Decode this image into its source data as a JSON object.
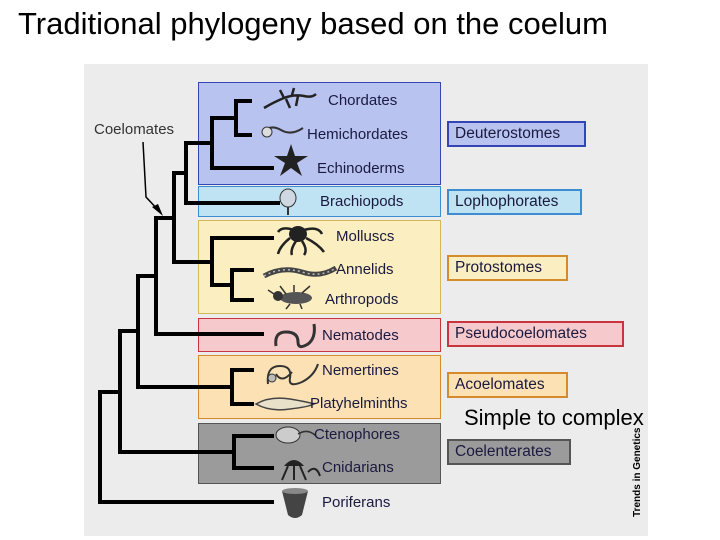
{
  "title": "Traditional phylogeny based on the coelum",
  "coelomates_label": "Coelomates",
  "taxa": {
    "chordates": "Chordates",
    "hemichordates": "Hemichordates",
    "echinoderms": "Echinoderms",
    "brachiopods": "Brachiopods",
    "molluscs": "Molluscs",
    "annelids": "Annelids",
    "arthropods": "Arthropods",
    "nematodes": "Nematodes",
    "nemertines": "Nemertines",
    "platyhelminths": "Platyhelminths",
    "ctenophores": "Ctenophores",
    "cnidarians": "Cnidarians",
    "poriferans": "Poriferans"
  },
  "groups": {
    "deuterostomes": "Deuterostomes",
    "lophophorates": "Lophophorates",
    "protostomes": "Protostomes",
    "pseudocoelomates": "Pseudocoelomates",
    "acoelomates": "Acoelomates",
    "coelenterates": "Coelenterates"
  },
  "source_credit": "Trends in Genetics",
  "annotation": "Simple to complex",
  "colors": {
    "deuterostome_band": "#b9c3ef",
    "lophophorate_band": "#bfe3f2",
    "protostome_band": "#fbeec0",
    "pseudocoelomate_band": "#f6c9cc",
    "acoelomate_band": "#fbe1b4",
    "coelenterate_band": "#9b9b9b",
    "blue_border": "#3346b4",
    "red_border": "#c9353f",
    "orange_border": "#d58a2c",
    "grey_border": "#555555"
  },
  "icons": [
    "lizard-icon",
    "acorn-worm-icon",
    "starfish-icon",
    "brachiopod-icon",
    "octopus-icon",
    "worm-icon",
    "insect-icon",
    "nematode-icon",
    "nemertine-icon",
    "flatworm-icon",
    "comb-jelly-icon",
    "jellyfish-icon",
    "sponge-icon"
  ]
}
